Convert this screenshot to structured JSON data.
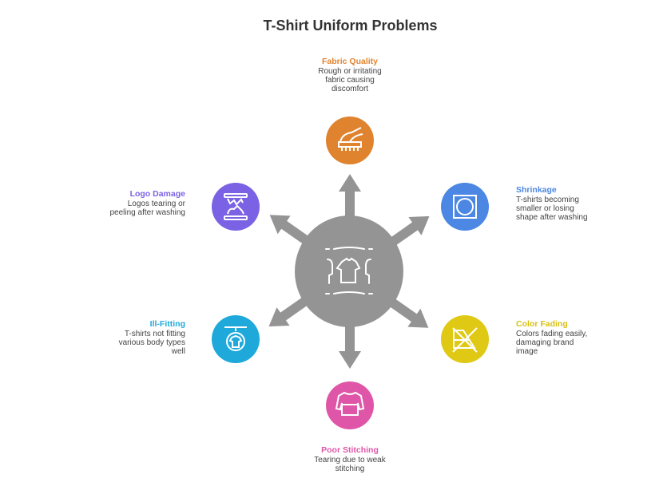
{
  "title": "T-Shirt Uniform Problems",
  "colors": {
    "center": "#949494",
    "fabric": "#E0832F",
    "logo": "#7B62E4",
    "shrink": "#4C87E3",
    "fit": "#1EA9DA",
    "fade": "#E0C915",
    "stitch": "#DF56A8"
  },
  "items": [
    {
      "title": "Fabric Quality",
      "desc": "Rough or irritating fabric causing discomfort",
      "icon": "brush-hand-icon"
    },
    {
      "title": "Logo Damage",
      "desc": "Logos tearing or peeling after washing",
      "icon": "torn-logo-icon"
    },
    {
      "title": "Shrinkage",
      "desc": "T-shirts becoming smaller or losing shape after washing",
      "icon": "tumble-dry-icon"
    },
    {
      "title": "Ill-Fitting",
      "desc": "T-shirts not fitting various body types well",
      "icon": "hanger-shirt-icon"
    },
    {
      "title": "Color Fading",
      "desc": "Colors fading easily, damaging brand image",
      "icon": "no-bleach-icon"
    },
    {
      "title": "Poor Stitching",
      "desc": "Tearing due to weak stitching",
      "icon": "sweater-icon"
    }
  ]
}
